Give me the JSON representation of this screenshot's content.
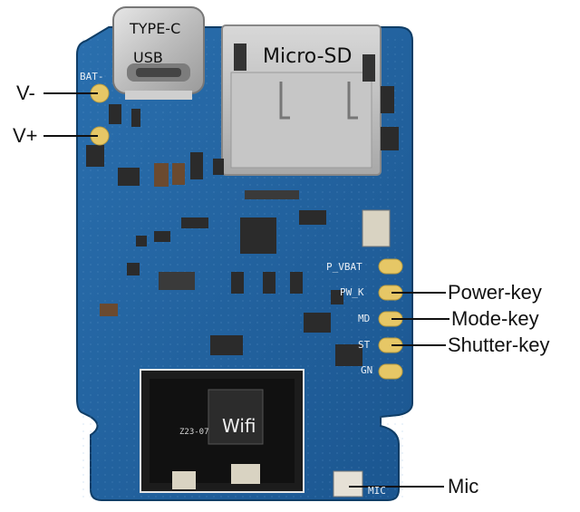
{
  "labels": {
    "v_minus": "V-",
    "v_plus": "V+",
    "type_c": "TYPE-C",
    "usb": "USB",
    "micro_sd": "Micro-SD",
    "power_key": "Power-key",
    "mode_key": "Mode-key",
    "shutter_key": "Shutter-key",
    "wifi": "Wifi",
    "mic": "Mic"
  },
  "silkscreen": {
    "bat": "BAT-",
    "p_vbat": "P_VBAT",
    "pw_k": "PW_K",
    "md": "MD",
    "st": "ST",
    "gn": "GN",
    "mic_mark": "MIC",
    "module_code": "Z23-07"
  },
  "colors": {
    "pcb": "#1f5f99",
    "pcb_dark": "#174b7c",
    "pad_gold": "#e6c766",
    "label_line": "#111111",
    "component": "#2b2b2b",
    "metal": "#c9c9c9"
  }
}
